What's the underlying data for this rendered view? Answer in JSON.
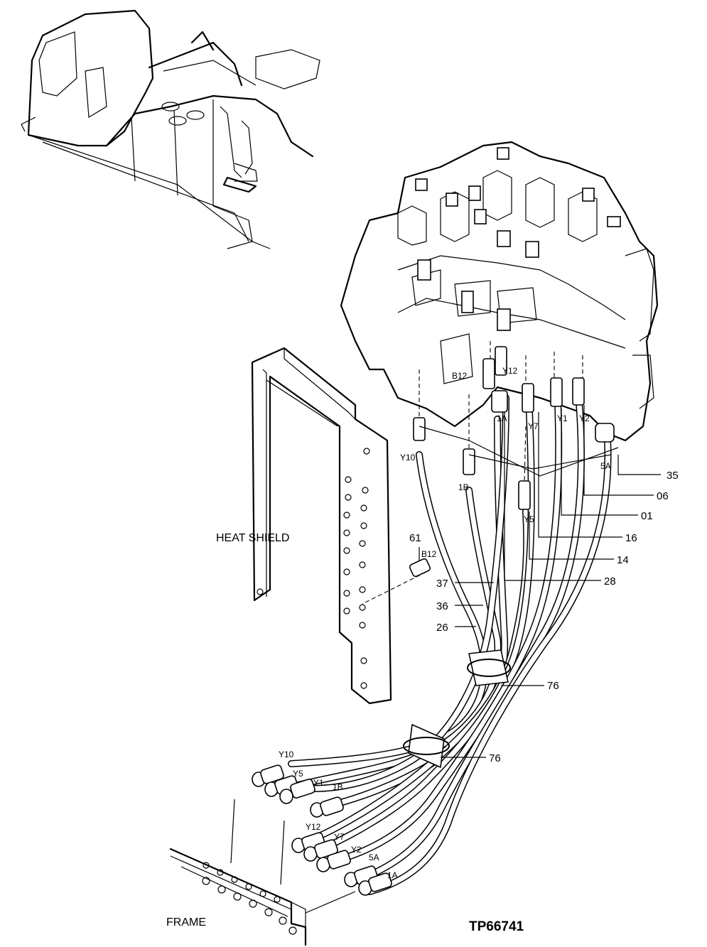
{
  "drawing_id": "TP66741",
  "labels": {
    "heat_shield": "HEAT SHIELD",
    "frame": "FRAME"
  },
  "callouts": [
    "35",
    "06",
    "01",
    "16",
    "14",
    "28",
    "37",
    "36",
    "26",
    "76",
    "76",
    "61"
  ],
  "port_labels_top": [
    "B12",
    "Y12",
    "1A",
    "Y7",
    "Y1",
    "Y2",
    "5A",
    "Y10",
    "1B",
    "Y5",
    "B12"
  ],
  "port_labels_bottom": [
    "Y10",
    "Y5",
    "Y1",
    "1B",
    "Y12",
    "Y7",
    "Y2",
    "5A",
    "1A"
  ]
}
